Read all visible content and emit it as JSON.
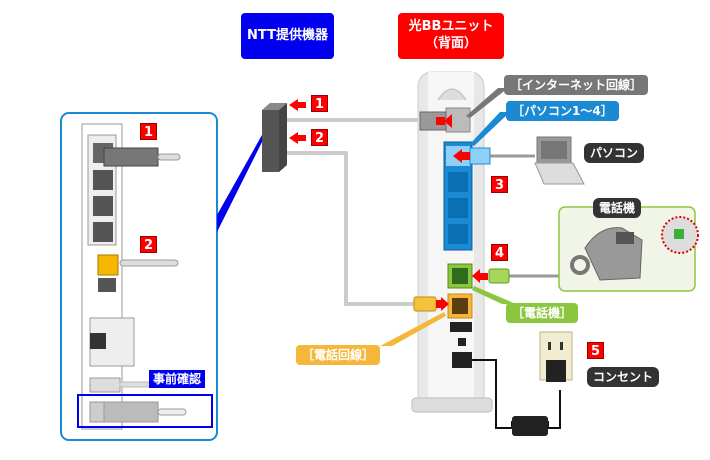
{
  "headers": {
    "ntt_device": "NTT提供機器",
    "hikari_unit_line1": "光BBユニット",
    "hikari_unit_line2": "（背面）"
  },
  "callouts": {
    "internet_line": "［インターネット回線］",
    "pc_ports": "［パソコン1～4］",
    "phone": "［電話機］",
    "phone_line": "［電話回線］"
  },
  "device_labels": {
    "pc": "パソコン",
    "telephone": "電話機",
    "outlet": "コンセント",
    "precheck": "事前確認"
  },
  "step_numbers": {
    "ntt_1": "1",
    "ntt_2": "2",
    "detail_1": "1",
    "detail_2": "2",
    "step_3": "3",
    "step_4": "4",
    "step_5": "5"
  },
  "colors": {
    "ntt_blue": "#0000ee",
    "unit_red": "#ff0000",
    "internet_gray": "#777777",
    "pc_blue": "#1a8ad4",
    "phone_green": "#8cc63f",
    "phone_line_orange": "#f5b73b",
    "dark_label": "#333333"
  }
}
